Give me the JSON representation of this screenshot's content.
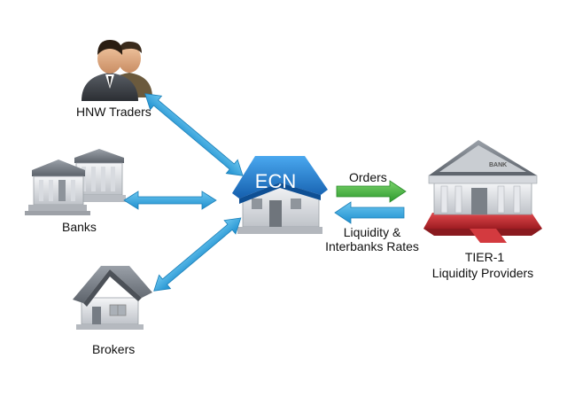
{
  "nodes": {
    "hnw": {
      "label": "HNW Traders"
    },
    "banks": {
      "label": "Banks"
    },
    "brokers": {
      "label": "Brokers"
    },
    "ecn": {
      "label": "ECN"
    },
    "tier1": {
      "line1": "TIER-1",
      "line2": "Liquidity Providers",
      "sign": "BANK"
    }
  },
  "edges": {
    "orders": {
      "label": "Orders"
    },
    "liquidity": {
      "line1": "Liquidity &",
      "line2": "Interbanks Rates"
    }
  },
  "colors": {
    "double_arrow": "#2aa3de",
    "orders_arrow": "#3fae3f",
    "ecn_roof": "#1f78c8",
    "tier1_base": "#c0272d"
  }
}
